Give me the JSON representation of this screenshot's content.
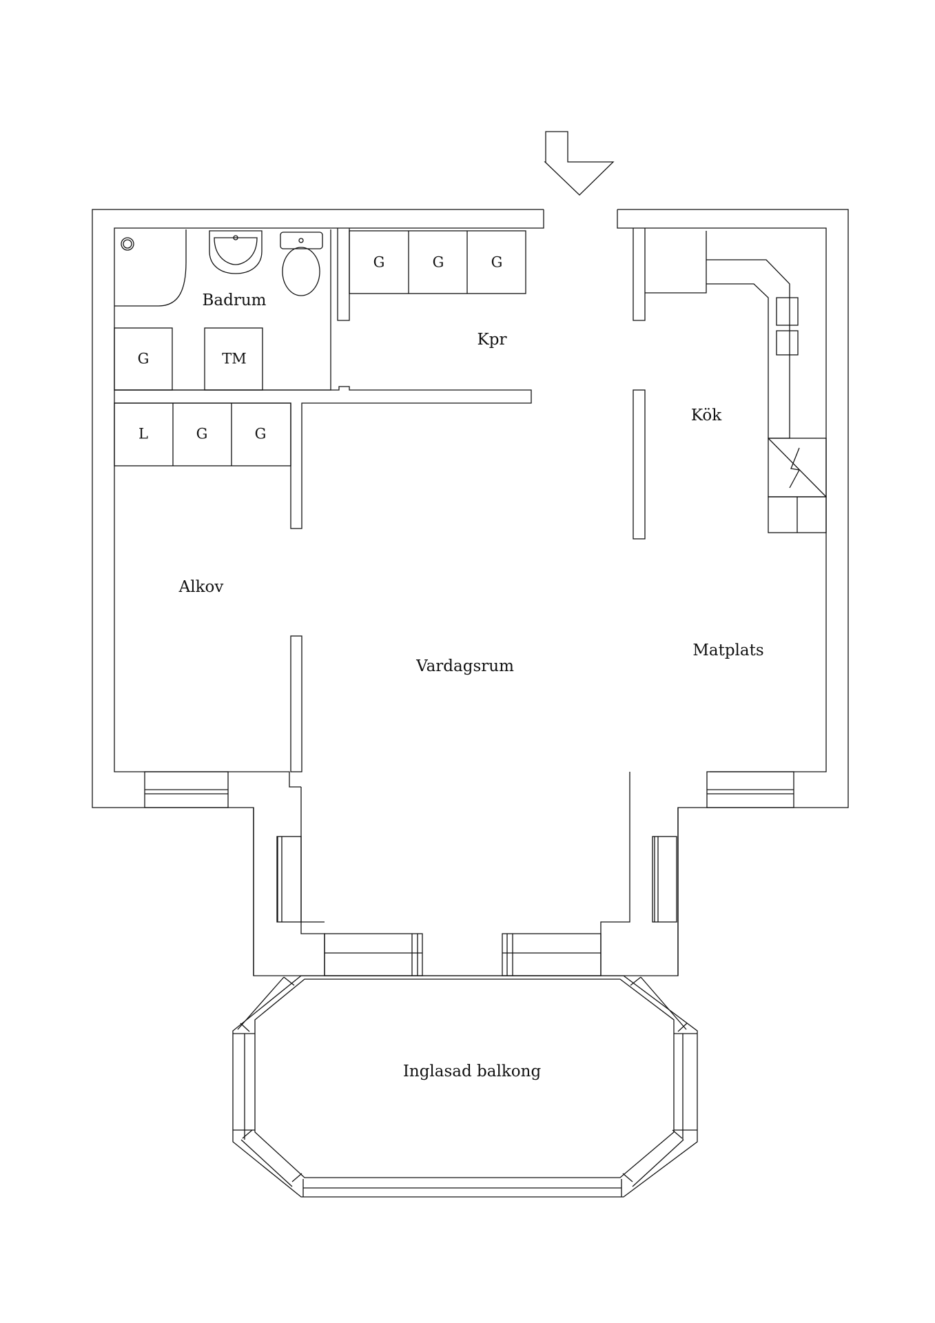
{
  "rooms": {
    "badrum": "Badrum",
    "kpr": "Kpr",
    "kok": "Kök",
    "alkov": "Alkov",
    "vardagsrum": "Vardagsrum",
    "matplats": "Matplats",
    "balkong": "Inglasad balkong"
  },
  "cabinets": {
    "hall_1": "G",
    "hall_2": "G",
    "hall_3": "G",
    "bath_storage": "G",
    "bath_washer": "TM",
    "linen": "L",
    "closet_1": "G",
    "closet_2": "G"
  },
  "icons": {
    "entrance": "arrow-down-icon",
    "shower": "shower-icon",
    "sink": "sink-icon",
    "toilet": "toilet-icon",
    "chimney": "chimney-icon"
  }
}
